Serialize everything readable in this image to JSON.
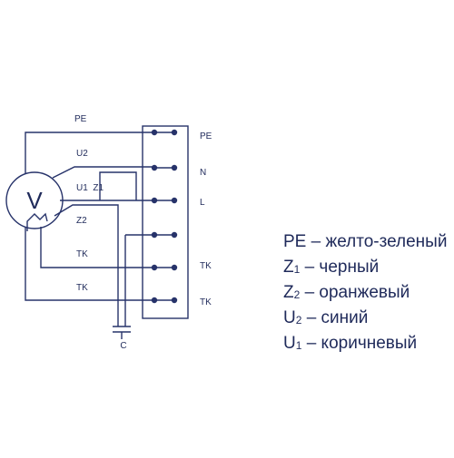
{
  "diagram": {
    "wire_labels": {
      "pe": "PE",
      "u2": "U2",
      "u1z1": "U1  Z1",
      "z2": "Z2",
      "tk1": "TK",
      "tk2": "TK"
    },
    "terminal_labels": {
      "pe": "PE",
      "n": "N",
      "l": "L",
      "tk1": "TK",
      "tk2": "TK"
    },
    "capacitor_label": "C",
    "motor_symbol": "V"
  },
  "legend": [
    {
      "code": "PE",
      "sub": "",
      "text": " – желто-зеленый"
    },
    {
      "code": "Z",
      "sub": "1",
      "text": " – черный"
    },
    {
      "code": "Z",
      "sub": "2",
      "text": " – оранжевый"
    },
    {
      "code": "U",
      "sub": "2",
      "text": " – синий"
    },
    {
      "code": "U",
      "sub": "1",
      "text": " – коричневый"
    }
  ],
  "colors": {
    "ink": "#27336a",
    "text": "#1f2a5a",
    "background": "#ffffff"
  }
}
